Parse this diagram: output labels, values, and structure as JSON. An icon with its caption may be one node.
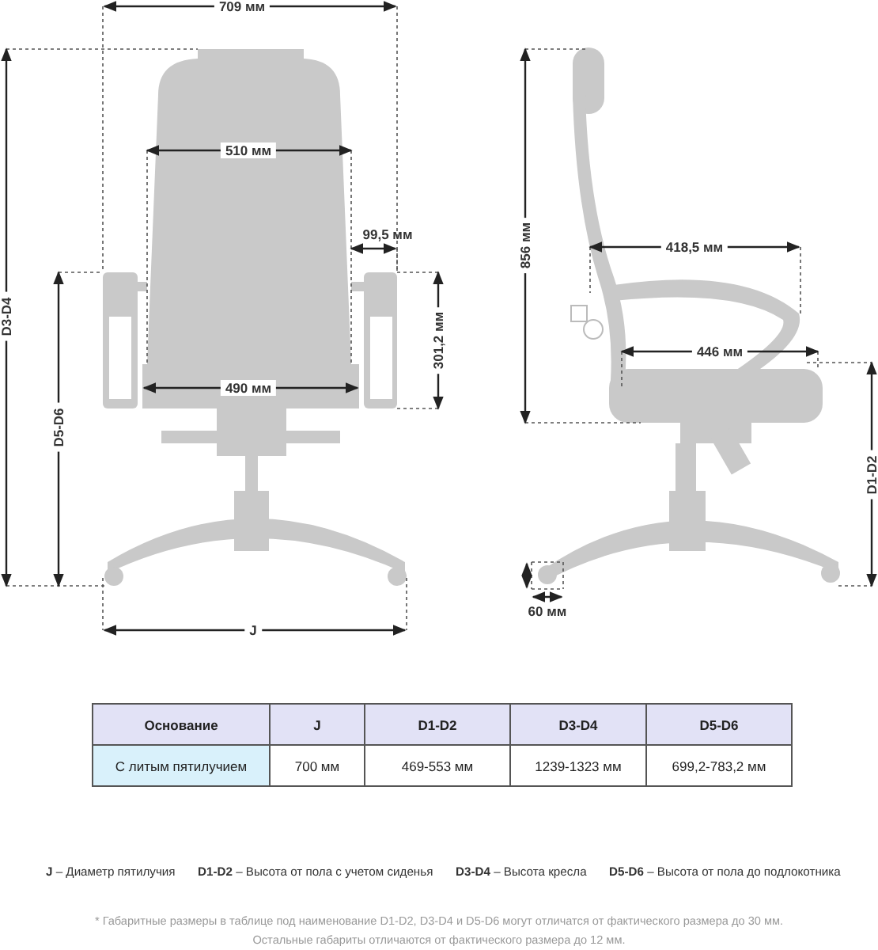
{
  "diagram": {
    "labels": [
      "709 мм",
      "D3-D4",
      "510 мм",
      "99,5 мм",
      "301,2 мм",
      "490 мм",
      "D5-D6",
      "J",
      "856 мм",
      "418,5 мм",
      "446 мм",
      "D1-D2",
      "60 мм",
      "Основание",
      "J",
      "D1-D2",
      "D3-D4",
      "D5-D6",
      "С литым пятилучием",
      "700 мм",
      "469-553 мм",
      "1239-1323 мм",
      "699,2-783,2 мм",
      "**J** – Диаметр пятилучия",
      "**D1-D2** – Высота от пола с учетом сиденья",
      "**D3-D4** – Высота кресла",
      "**D5-D6** – Высота от пола до подлокотника",
      "* Габаритные размеры в таблице под наименование D1-D2, D3-D4 и D5-D6 могут отличатся от фактического размера до 30 мм.",
      "Остальные габариты отличаются от фактического размера до 12 мм."
    ]
  }
}
